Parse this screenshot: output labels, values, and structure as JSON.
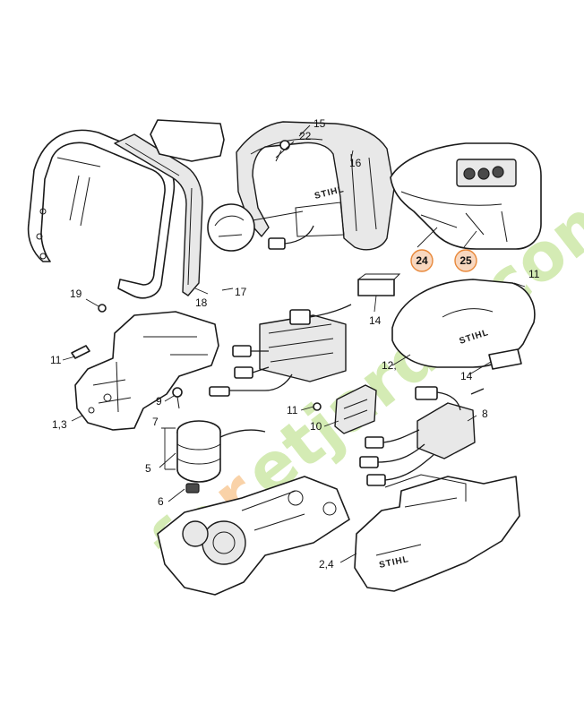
{
  "callouts": {
    "c1_3": "1,3",
    "c2_4": "2,4",
    "c5": "5",
    "c6": "6",
    "c7": "7",
    "c8": "8",
    "c9": "9",
    "c10": "10",
    "c11a": "11",
    "c11b": "11",
    "c11c": "11",
    "c12_14": "12,",
    "c14a": "14",
    "c14b": "14",
    "c15": "15",
    "c16": "16",
    "c17": "17",
    "c18": "18",
    "c19": "19",
    "c22": "22"
  },
  "highlighted_callouts": {
    "c24": "24",
    "c25": "25"
  },
  "brand_labels": {
    "housing": "STIHL",
    "cover": "STIHL",
    "shell": "STIHL"
  },
  "watermark": {
    "part1": "fo",
    "part2": "r",
    "part3": "et",
    "part4": "jardin",
    "part5": ".com",
    "green": "#d4ebb4",
    "orange": "#f9d2a8"
  },
  "colors": {
    "highlight_fill": "#f8d7bf",
    "highlight_stroke": "#e8883a",
    "line": "#1a1a1a"
  }
}
